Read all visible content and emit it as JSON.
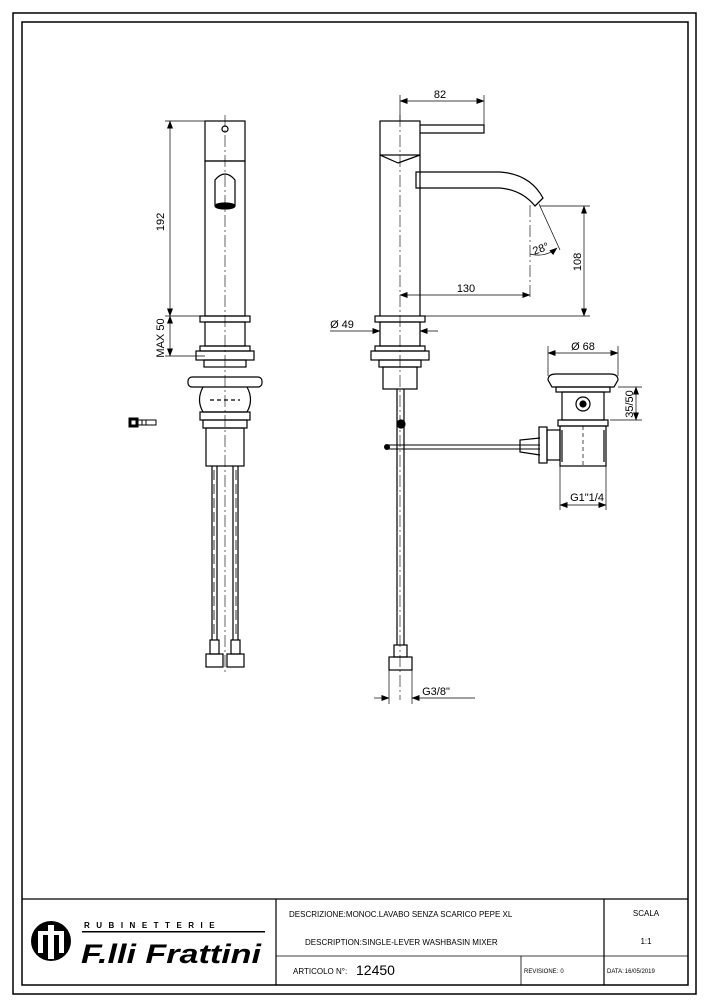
{
  "dimensions": {
    "height_192": "192",
    "max_50": "MAX 50",
    "spout_82": "82",
    "angle_28": "28°",
    "spout_height_108": "108",
    "reach_130": "130",
    "diam_49": "Ø 49",
    "diam_68": "Ø 68",
    "waste_35_50": "35/50",
    "thread_g114": "G1\"1/4",
    "thread_g38": "G3/8\""
  },
  "title_block": {
    "brand_top": "RUBINETTERIE",
    "brand_name": "F.lli Frattini",
    "descrizione_label": "DESCRIZIONE:",
    "descrizione_value": "MONOC.LAVABO SENZA SCARICO PEPE  XL",
    "description_label": "DESCRIPTION:",
    "description_value": "SINGLE-LEVER WASHBASIN MIXER",
    "articolo_label": "ARTICOLO N°:",
    "articolo_value": "12450",
    "revisione_label": "REVISIONE:",
    "revisione_value": "0",
    "data_label": "DATA:",
    "data_value": "16/05/2019",
    "scala_label": "SCALA",
    "scala_value": "1:1"
  },
  "colors": {
    "line": "#000000",
    "background": "#ffffff"
  }
}
